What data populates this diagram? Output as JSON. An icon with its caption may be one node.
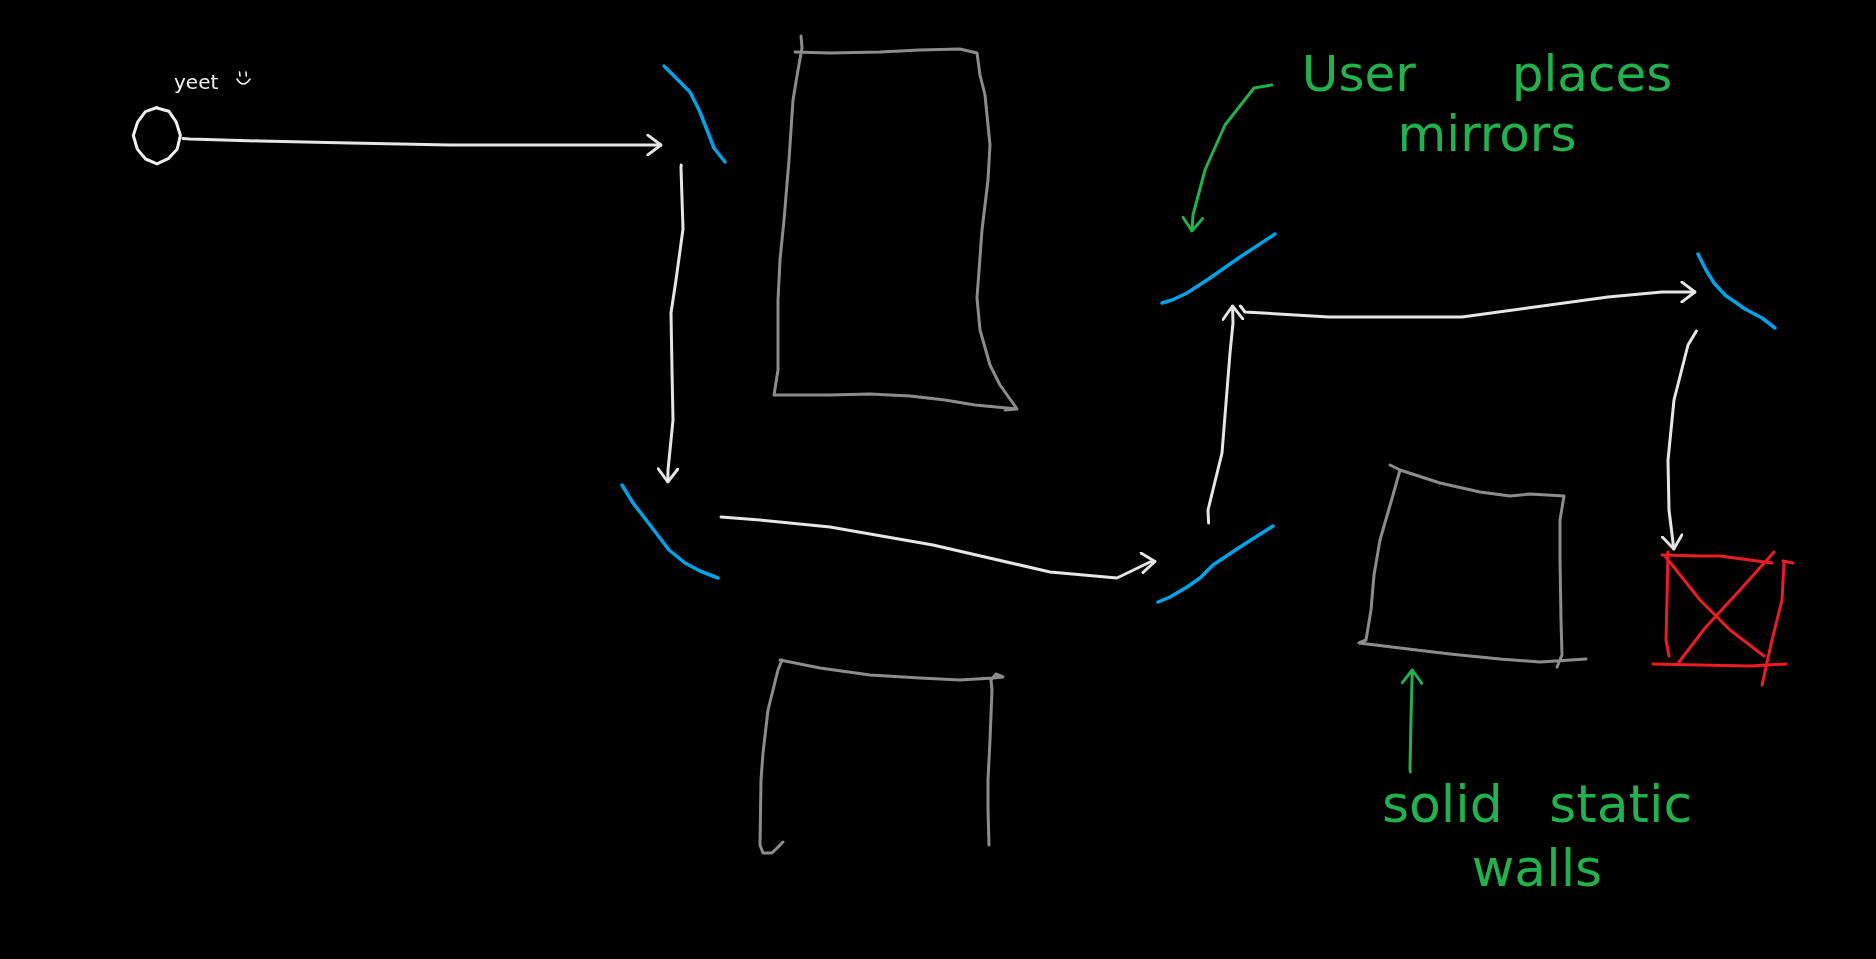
{
  "diagram": {
    "nodes": [
      {
        "text": [],
        "shape": "circle",
        "beside": [
          "yeet"
        ]
      },
      {
        "text": [],
        "shape": "line"
      },
      {
        "text": [],
        "shape": "box"
      },
      {
        "text": [
          "User places mirrors"
        ]
      },
      {
        "text": [],
        "shape": "line"
      },
      {
        "text": [],
        "shape": "line"
      },
      {
        "text": [],
        "shape": "line"
      },
      {
        "text": [],
        "shape": "line"
      },
      {
        "text": [],
        "shape": "box"
      },
      {
        "text": [],
        "shape": "box"
      },
      {
        "text": [],
        "shape": "box"
      },
      {
        "text": [
          "solid static walls"
        ]
      }
    ],
    "edges": [
      {
        "from": 0,
        "to": 1,
        "arrow": "to"
      },
      {
        "from": 1,
        "to": 6,
        "arrow": "to"
      },
      {
        "from": 6,
        "to": 7,
        "arrow": "to"
      },
      {
        "from": 7,
        "to": 4,
        "arrow": "to"
      },
      {
        "from": 4,
        "to": 5,
        "arrow": "to"
      },
      {
        "from": 5,
        "to": 9,
        "arrow": "to"
      },
      {
        "from": 3,
        "to": 4,
        "arrow": "to",
        "color": "#22b14c"
      },
      {
        "from": 11,
        "to": 8,
        "arrow": "to",
        "color": "#22b14c"
      }
    ]
  }
}
